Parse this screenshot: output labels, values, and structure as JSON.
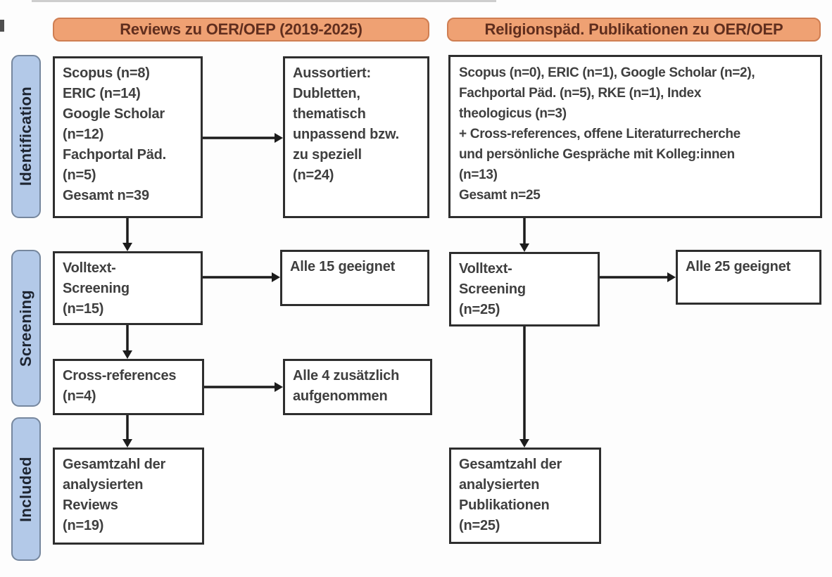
{
  "colors": {
    "header_fill": "#efa173",
    "header_border": "#cf7e52",
    "header_text": "#602e1e",
    "stage_fill": "#b3c9e8",
    "stage_border": "#76879e",
    "stage_text": "#1e2531",
    "box_border": "#2e2e2e",
    "box_text": "#3f3f3f",
    "arrow": "#1c1c1c",
    "background": "#fdfdfd"
  },
  "headers": {
    "left": "Reviews zu OER/OEP (2019-2025)",
    "right": "Religionspäd. Publikationen zu OER/OEP"
  },
  "stages": {
    "identification": "Identification",
    "screening": "Screening",
    "included": "Included"
  },
  "boxes": {
    "left_sources": "Scopus (n=8)\nERIC (n=14)\nGoogle Scholar\n(n=12)\nFachportal Päd.\n(n=5)\nGesamt n=39",
    "sorted_out": "Aussortiert:\nDubletten,\nthematisch\nunpassend bzw.\nzu speziell\n(n=24)",
    "right_sources": "Scopus (n=0), ERIC (n=1), Google Scholar (n=2),\nFachportal Päd. (n=5), RKE (n=1), Index\ntheologicus (n=3)\n+ Cross-references, offene Literaturrecherche\nund persönliche Gespräche mit Kolleg:innen\n(n=13)\nGesamt n=25",
    "fulltext_left": "Volltext-\nScreening\n(n=15)",
    "eligible_left": "Alle 15 geeignet",
    "fulltext_right": "Volltext-\nScreening\n(n=25)",
    "eligible_right": "Alle 25 geeignet",
    "cross_references": "Cross-references\n(n=4)",
    "added_refs": "Alle 4 zusätzlich\naufgenommen",
    "total_left": "Gesamtzahl der\nanalysierten\nReviews\n(n=19)",
    "total_right": "Gesamtzahl der\nanalysierten\nPublikationen\n(n=25)"
  }
}
